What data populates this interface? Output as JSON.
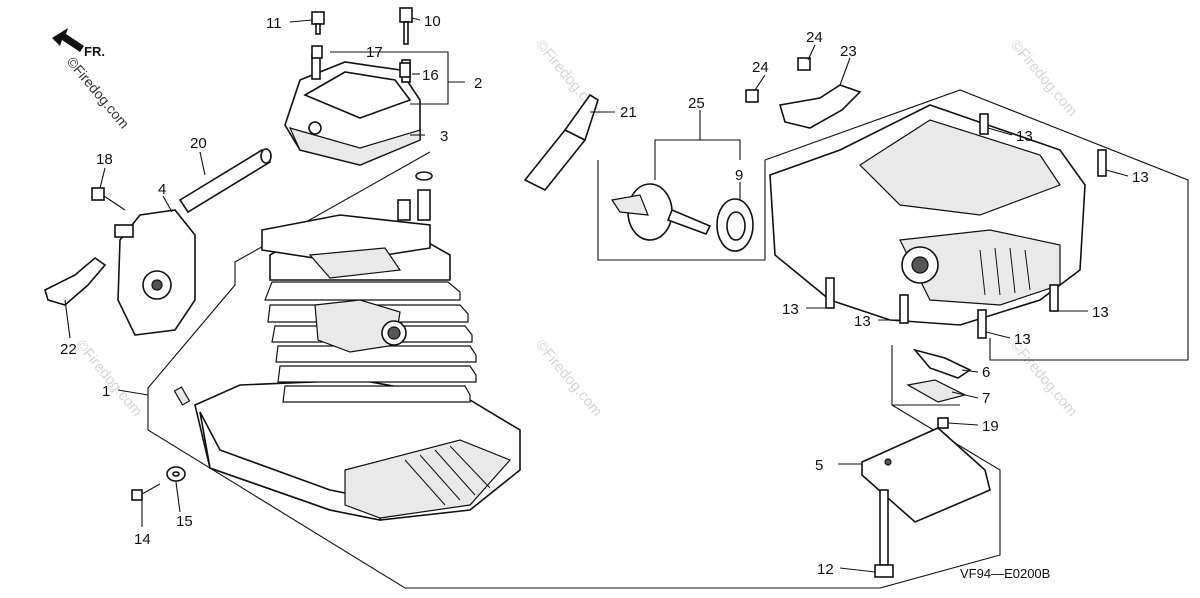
{
  "diagram": {
    "drawing_code": "VF94—E0200B",
    "direction": "FR.",
    "watermarks": [
      "©Firedog.com",
      "©Firedog.com",
      "©Firedog.com",
      "©Firedog.com",
      "©Firedog.com",
      "©Firedog.com"
    ],
    "callouts": [
      {
        "key": "c1",
        "label": "1"
      },
      {
        "key": "c2",
        "label": "2"
      },
      {
        "key": "c3",
        "label": "3"
      },
      {
        "key": "c4",
        "label": "4"
      },
      {
        "key": "c5",
        "label": "5"
      },
      {
        "key": "c6",
        "label": "6"
      },
      {
        "key": "c7",
        "label": "7"
      },
      {
        "key": "c9",
        "label": "9"
      },
      {
        "key": "c10",
        "label": "10"
      },
      {
        "key": "c11",
        "label": "11"
      },
      {
        "key": "c12",
        "label": "12"
      },
      {
        "key": "c13a",
        "label": "13"
      },
      {
        "key": "c13b",
        "label": "13"
      },
      {
        "key": "c13c",
        "label": "13"
      },
      {
        "key": "c13d",
        "label": "13"
      },
      {
        "key": "c13e",
        "label": "13"
      },
      {
        "key": "c13f",
        "label": "13"
      },
      {
        "key": "c13g",
        "label": "13"
      },
      {
        "key": "c14",
        "label": "14"
      },
      {
        "key": "c15",
        "label": "15"
      },
      {
        "key": "c16",
        "label": "16"
      },
      {
        "key": "c17",
        "label": "17"
      },
      {
        "key": "c18",
        "label": "18"
      },
      {
        "key": "c19",
        "label": "19"
      },
      {
        "key": "c20",
        "label": "20"
      },
      {
        "key": "c21",
        "label": "21"
      },
      {
        "key": "c22",
        "label": "22"
      },
      {
        "key": "c23",
        "label": "23"
      },
      {
        "key": "c24a",
        "label": "24"
      },
      {
        "key": "c24b",
        "label": "24"
      },
      {
        "key": "c25",
        "label": "25"
      }
    ]
  }
}
